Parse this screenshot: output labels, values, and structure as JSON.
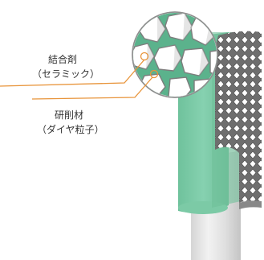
{
  "labels": {
    "bond_line1": "結合剤",
    "bond_line2": "（セラミック）",
    "abrasive_line1": "研削材",
    "abrasive_line2": "（ダイヤ粒子）"
  },
  "colors": {
    "bond_green": "#79C9A6",
    "bond_green_dark": "#5FB48D",
    "shank_gray": "#E3E3E3",
    "leader_orange": "#E8943A",
    "grit": "#FFFFFF"
  }
}
